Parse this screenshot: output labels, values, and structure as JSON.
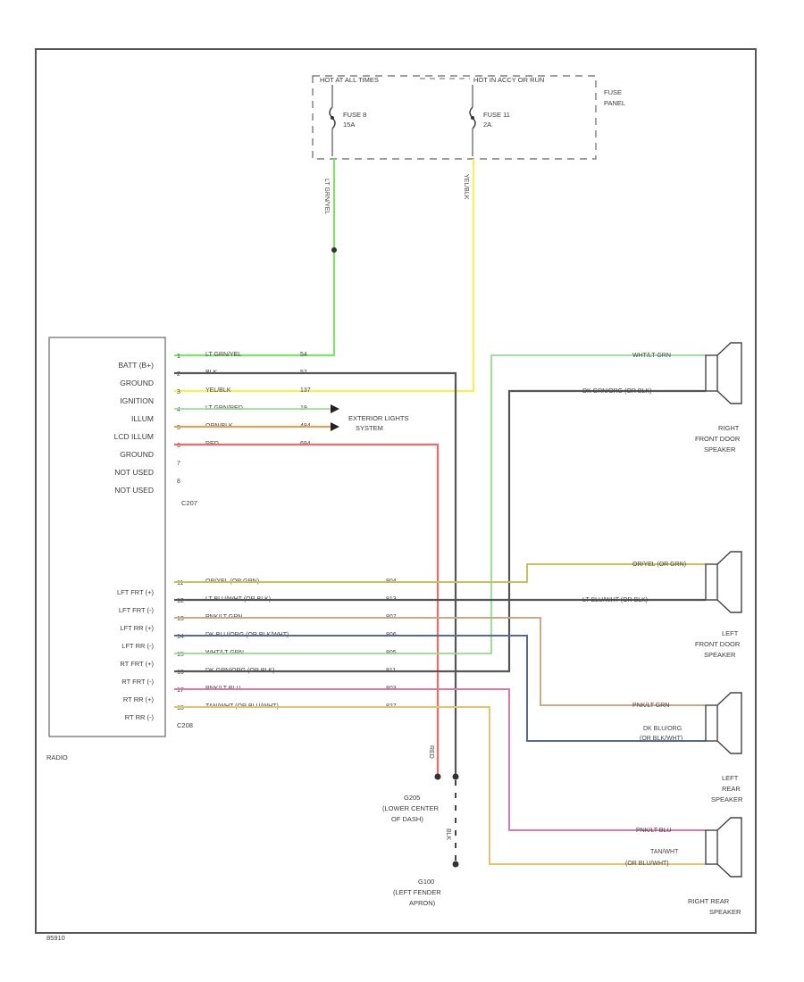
{
  "fuse_panel": {
    "header_left": "HOT AT ALL TIMES",
    "header_right": "HOT IN ACCY OR RUN",
    "label_line1": "FUSE",
    "label_line2": "PANEL",
    "fuse_a_line1": "FUSE 8",
    "fuse_a_line2": "15A",
    "fuse_b_line1": "FUSE 11",
    "fuse_b_line2": "2A",
    "wire_a_label": "LT GRN/YEL",
    "wire_b_label": "YEL/BLK"
  },
  "radio": {
    "name": "RADIO",
    "connector_top": "C207",
    "connector_bottom": "C208",
    "pins_top": [
      "BATT (B+)",
      "GROUND",
      "IGNITION",
      "ILLUM",
      "LCD ILLUM",
      "GROUND",
      "NOT USED",
      "NOT USED"
    ],
    "pins_bottom": [
      "LFT FRT (+)",
      "LFT FRT (-)",
      "LFT RR (+)",
      "LFT RR (-)",
      "RT FRT (+)",
      "RT FRT (-)",
      "RT RR (+)",
      "RT RR (-)"
    ]
  },
  "wires_top": [
    {
      "pin": "1",
      "color": "LT GRN/YEL",
      "circuit": "54"
    },
    {
      "pin": "2",
      "color": "BLK",
      "circuit": "57"
    },
    {
      "pin": "3",
      "color": "YEL/BLK",
      "circuit": "137"
    },
    {
      "pin": "4",
      "color": "LT GRN/RED",
      "circuit": "19"
    },
    {
      "pin": "5",
      "color": "ORN/BLK",
      "circuit": "484"
    },
    {
      "pin": "6",
      "color": "RED",
      "circuit": "694"
    },
    {
      "pin": "7",
      "color": "",
      "circuit": ""
    },
    {
      "pin": "8",
      "color": "",
      "circuit": ""
    }
  ],
  "wires_bottom": [
    {
      "pin": "11",
      "color": "OR/YEL (OR GRN)",
      "circuit": "804"
    },
    {
      "pin": "12",
      "color": "LT BLU/WHT (OR BLK)",
      "circuit": "813"
    },
    {
      "pin": "13",
      "color": "PNK/LT GRN",
      "circuit": "807"
    },
    {
      "pin": "14",
      "color": "DK BLU/ORG (OR BLK/WHT)",
      "circuit": "806"
    },
    {
      "pin": "15",
      "color": "WHT/LT GRN",
      "circuit": "805"
    },
    {
      "pin": "16",
      "color": "DK GRN/ORG (OR BLK)",
      "circuit": "811"
    },
    {
      "pin": "17",
      "color": "PNK/LT BLU",
      "circuit": "803"
    },
    {
      "pin": "18",
      "color": "TAN/WHT (OR BLU/WHT)",
      "circuit": "827"
    }
  ],
  "exterior_lights": {
    "line1": "EXTERIOR LIGHTS",
    "line2": "SYSTEM"
  },
  "speakers": {
    "right_front": {
      "wire_pos": "WHT/LT GRN",
      "wire_neg": "DK GRN/ORG (OR BLK)",
      "name_line1": "RIGHT",
      "name_line2": "FRONT DOOR",
      "name_line3": "SPEAKER"
    },
    "left_front": {
      "wire_pos": "OR/YEL (OR GRN)",
      "wire_neg": "LT BLU/WHT (OR BLK)",
      "name_line1": "LEFT",
      "name_line2": "FRONT DOOR",
      "name_line3": "SPEAKER"
    },
    "left_rear": {
      "wire_pos": "PNK/LT GRN",
      "wire_neg_line1": "DK BLU/ORG",
      "wire_neg_line2": "(OR BLK/WHT)",
      "name_line1": "LEFT",
      "name_line2": "REAR",
      "name_line3": "SPEAKER"
    },
    "right_rear": {
      "wire_pos": "PNK/LT BLU",
      "wire_neg_line1": "TAN/WHT",
      "wire_neg_line2": "(OR BLU/WHT)",
      "name_line1": "RIGHT REAR",
      "name_line2": "SPEAKER"
    }
  },
  "grounds": {
    "g1_id": "G205",
    "g1_line1": "(LOWER CENTER",
    "g1_line2": "OF DASH)",
    "g2_id": "G100",
    "g2_line1": "(LEFT FENDER",
    "g2_line2": "APRON)",
    "red_label": "RED",
    "blk_label": "BLK"
  },
  "footer_id": "85910",
  "wire_colors": {
    "lt_grn": "#7de36a",
    "yellow": "#f2f25a",
    "black": "#555555",
    "red": "#f06a6a",
    "orange": "#e6a05a",
    "olive": "#c9c25a",
    "pink_grn": "#c9a98a",
    "dk_blu": "#5a6a8a",
    "wht_grn": "#8ee08e",
    "pink_blu": "#d87aa8",
    "tan": "#e6c56a"
  }
}
